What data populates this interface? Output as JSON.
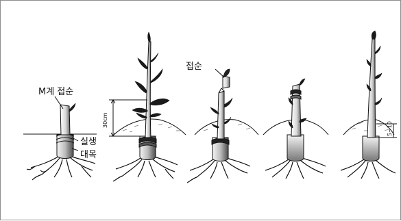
{
  "labels": {
    "m_scion": "M계 접순",
    "seedling": "실생",
    "rootstock": "대목",
    "scion": "접순",
    "height": "30cm",
    "depth": "5~10"
  },
  "colors": {
    "line": "#111111",
    "frame": "#8c8c8c"
  }
}
